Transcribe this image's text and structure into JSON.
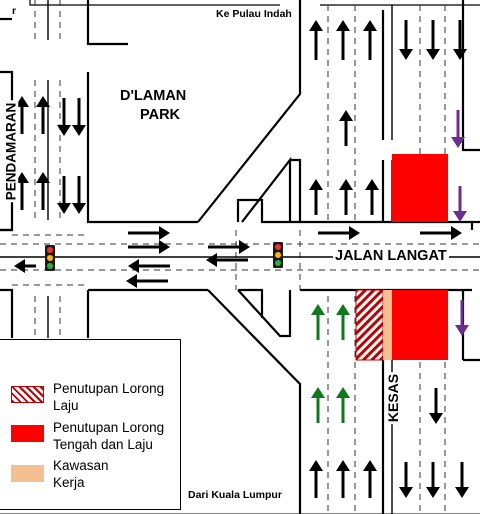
{
  "labels": {
    "top": "Ke Pulau Indah",
    "bottom": "Dari Kuala Lumpur",
    "jalan_langat": "JALAN LANGAT",
    "dlaman_park_1": "D'LAMAN",
    "dlaman_park_2": "PARK",
    "pendamaran": "PENDAMARAN",
    "kesas": "KESAS",
    "corner_r": "r"
  },
  "legend": {
    "items": [
      {
        "line1": "Penutupan Lorong",
        "line2": "Laju",
        "swatch": "hatch-red"
      },
      {
        "line1": "Penutupan Lorong",
        "line2": "Tengah dan Laju",
        "swatch": "#ff0000"
      },
      {
        "line1": "Kawasan",
        "line2": "Kerja",
        "swatch": "#f5c08f"
      }
    ]
  },
  "colors": {
    "closure_red": "#ff0000",
    "work_zone": "#f5c08f",
    "arrow_green": "#0e7a1c",
    "arrow_purple": "#6b2d91",
    "arrow_black": "#000000"
  },
  "icons": {
    "traffic_light": "traffic-light-icon",
    "arrow": "lane-arrow-icon"
  }
}
